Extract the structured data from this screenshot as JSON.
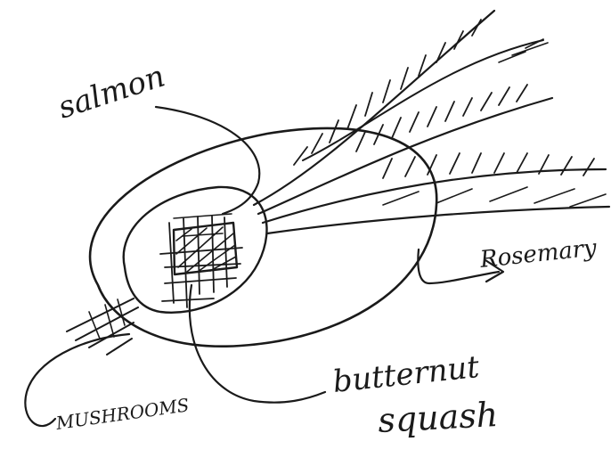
{
  "labels": {
    "salmon": "salmon",
    "rosemary": "Rosemary",
    "mushrooms": "MUSHROOMS",
    "butternut_line1": "butternut",
    "butternut_line2": "squash"
  },
  "ink_color": "#1a1a1a",
  "background": "#ffffff"
}
